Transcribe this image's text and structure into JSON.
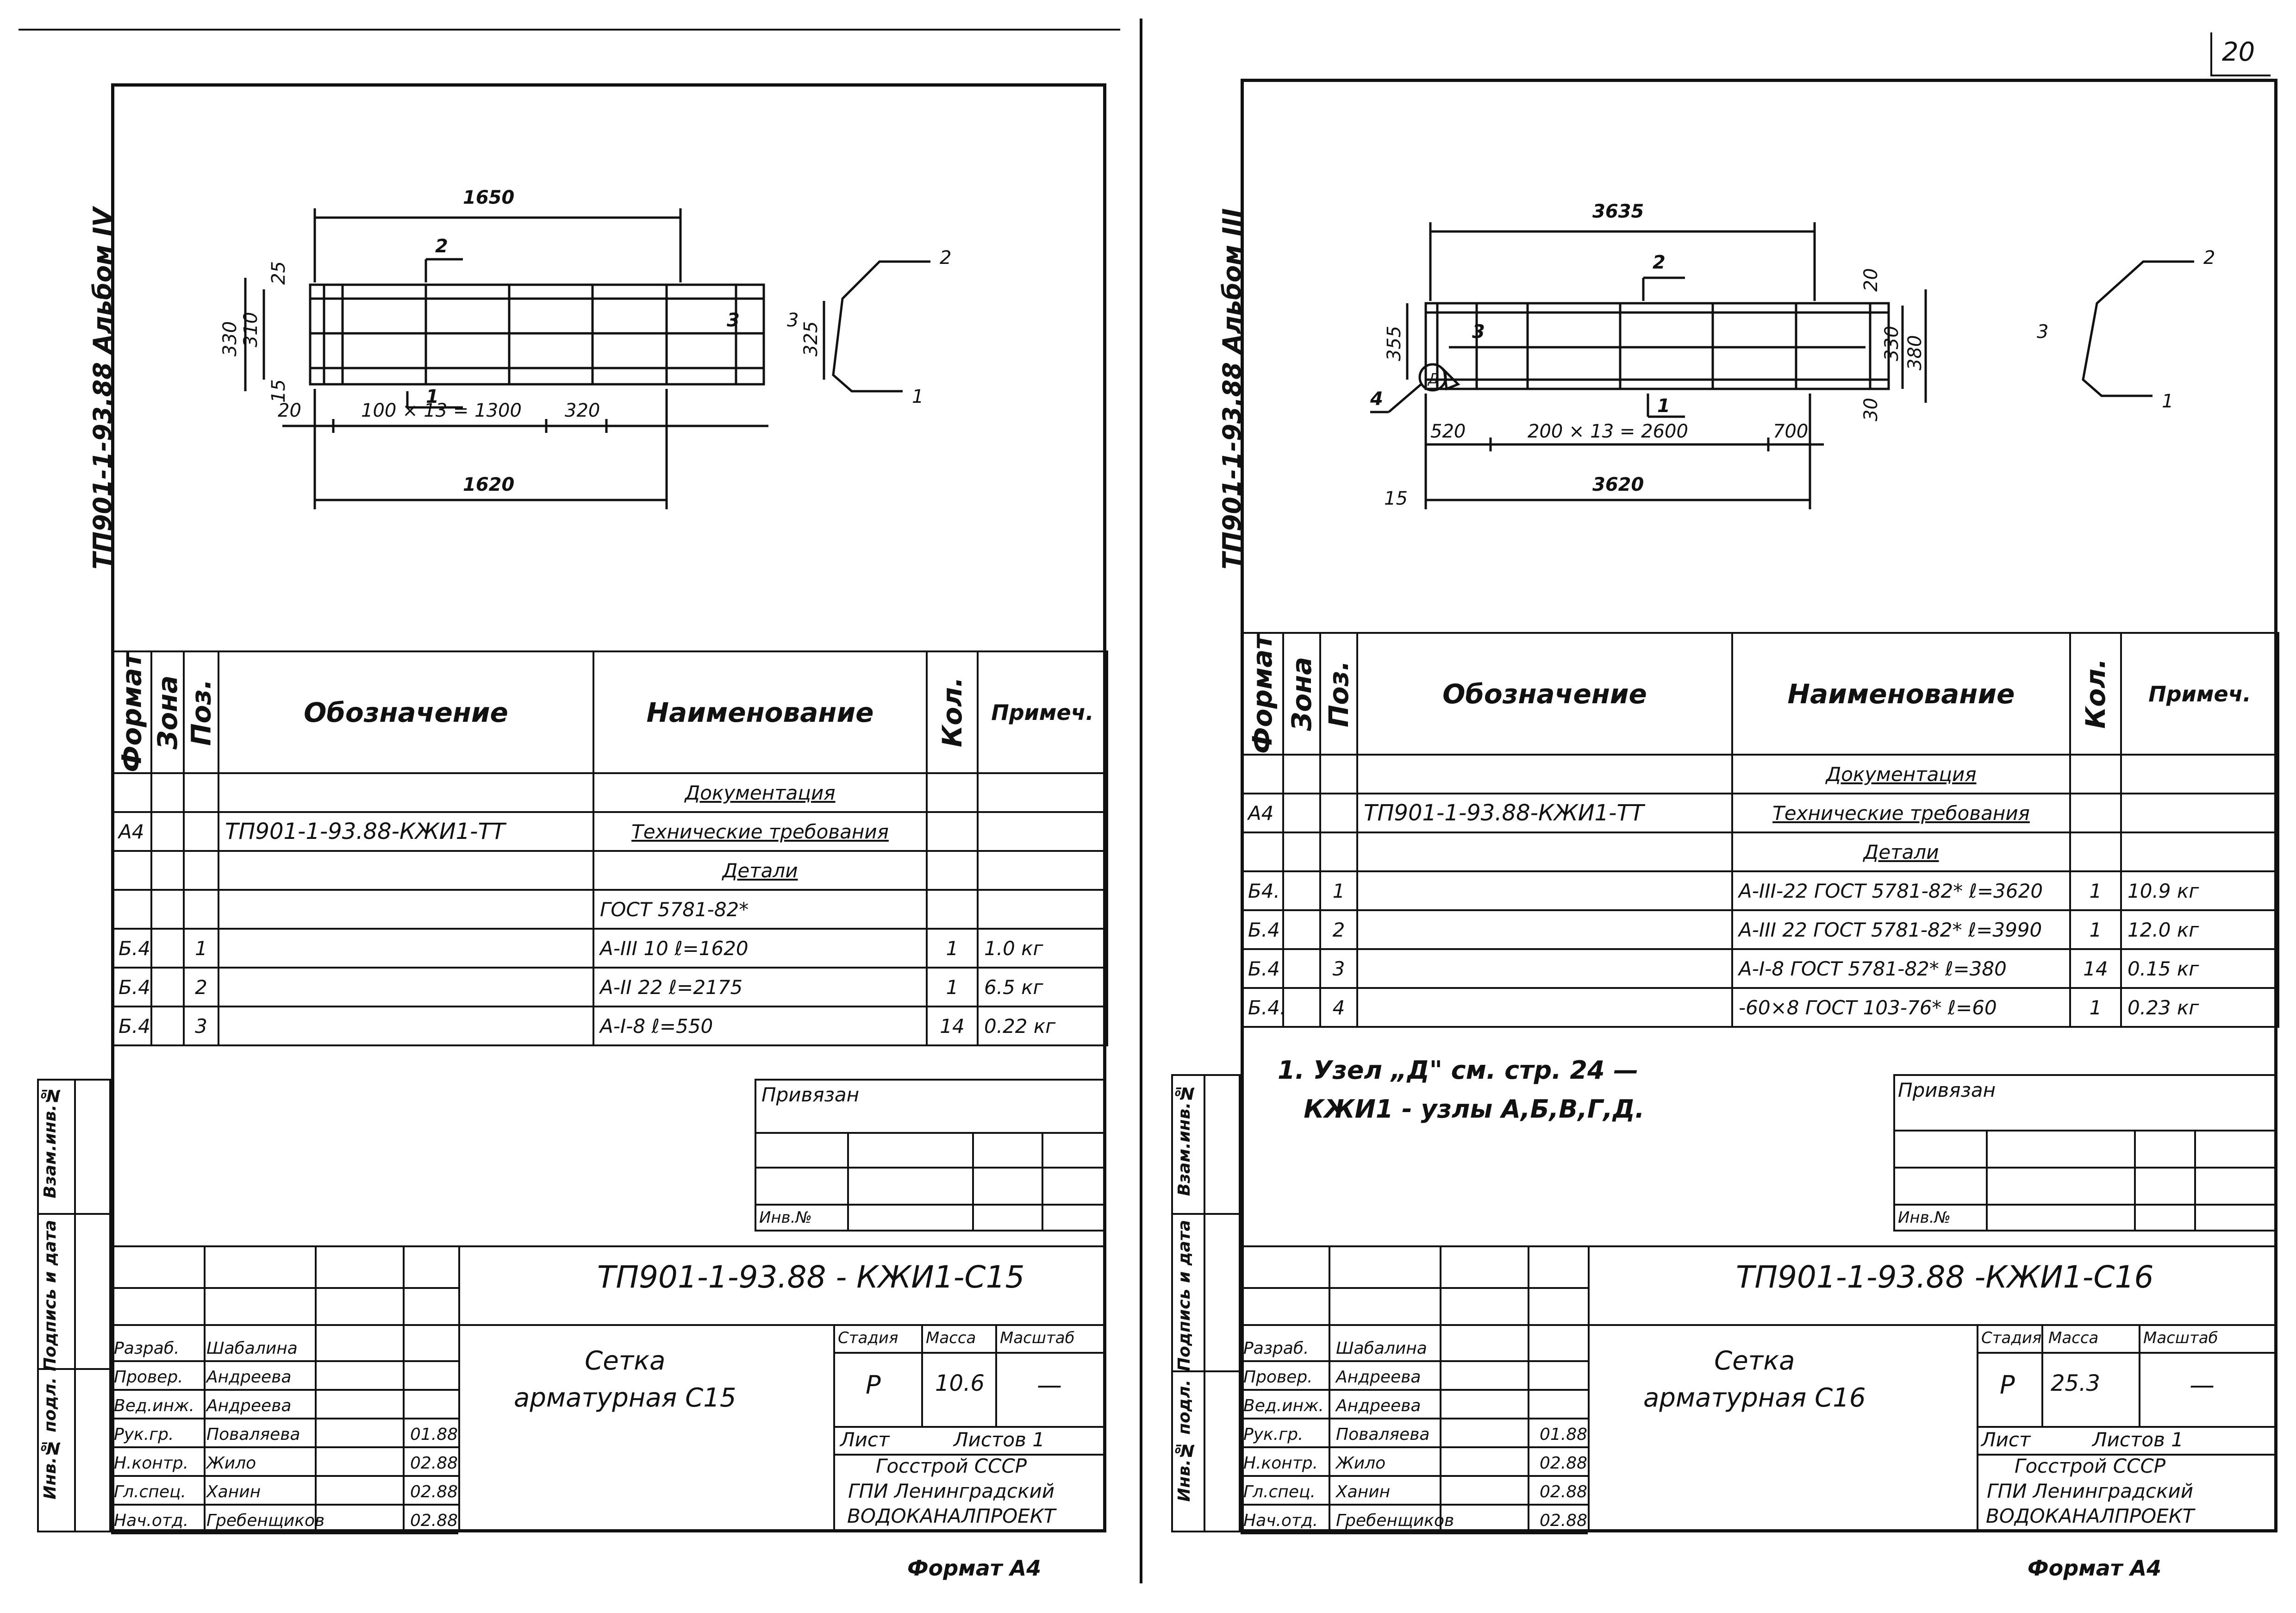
{
  "page_number": "20",
  "left": {
    "side_label": "ТП901-1-93.88 Альбом IV",
    "dims": {
      "top": "1650",
      "bottom": "1620",
      "spacing": "100 × 13 = 1300",
      "left_end": "20",
      "right_end": "320",
      "height_outer": "330",
      "height_inner": "310",
      "height_right": "325",
      "top_off": "25",
      "bottom_off": "15"
    },
    "marks": {
      "m1": "1",
      "m2": "2",
      "m3": "3"
    },
    "detail": {
      "d1": "1",
      "d2": "2",
      "d3": "3"
    },
    "headers": {
      "format": "Формат",
      "zone": "Зона",
      "pos": "Поз.",
      "designation": "Обозначение",
      "name": "Наименование",
      "qty": "Кол.",
      "note": "Примеч."
    },
    "rows": [
      {
        "f": "",
        "z": "",
        "p": "",
        "d": "",
        "n": "Документация",
        "q": "",
        "r": ""
      },
      {
        "f": "А4",
        "z": "",
        "p": "",
        "d": "ТП901-1-93.88-КЖИ1-ТТ",
        "n": "Технические требования",
        "q": "",
        "r": ""
      },
      {
        "f": "",
        "z": "",
        "p": "",
        "d": "",
        "n": "Детали",
        "q": "",
        "r": ""
      },
      {
        "f": "",
        "z": "",
        "p": "",
        "d": "",
        "n": "ГОСТ 5781-82*",
        "q": "",
        "r": ""
      },
      {
        "f": "Б.4",
        "z": "",
        "p": "1",
        "d": "",
        "n": "А-III 10          ℓ=1620",
        "q": "1",
        "r": "1.0 кг"
      },
      {
        "f": "Б.4.",
        "z": "",
        "p": "2",
        "d": "",
        "n": "А-II 22          ℓ=2175",
        "q": "1",
        "r": "6.5 кг"
      },
      {
        "f": "Б.4.",
        "z": "",
        "p": "3",
        "d": "",
        "n": "А-I-8            ℓ=550",
        "q": "14",
        "r": "0.22 кг"
      }
    ],
    "note_text": "",
    "privyazan": "Привязан",
    "inv_no": "Инв.№",
    "code": "ТП901-1-93.88 - КЖИ1-С15",
    "title": "Сетка\nарматурная С15",
    "stage_label": "Стадия",
    "mass_label": "Масса",
    "scale_label": "Масштаб",
    "stage": "Р",
    "mass": "10.6",
    "scale": "—",
    "sheet_label": "Лист",
    "sheets_label": "Листов 1",
    "org": "Госстрой СССР\nГПИ Ленинградский\nВОДОКАНАЛПРОЕКТ",
    "format_label": "Формат А4",
    "vert_labels": [
      "Взам.инв.№",
      "Подпись и дата",
      "Инв.№ подл."
    ],
    "staff": [
      {
        "role": "Разраб.",
        "name": "Шабалина",
        "date": ""
      },
      {
        "role": "Провер.",
        "name": "Андреева",
        "date": ""
      },
      {
        "role": "Вед.инж.",
        "name": "Андреева",
        "date": ""
      },
      {
        "role": "Рук.гр.",
        "name": "Поваляева",
        "date": "01.88"
      },
      {
        "role": "Н.контр.",
        "name": "Жило",
        "date": "02.88"
      },
      {
        "role": "Гл.спец.",
        "name": "Ханин",
        "date": "02.88"
      },
      {
        "role": "Нач.отд.",
        "name": "Гребенщиков",
        "date": "02.88"
      }
    ]
  },
  "right": {
    "side_label": "ТП901-1-93.88 Альбом III",
    "dims": {
      "top": "3635",
      "bottom": "3620",
      "spacing": "200 × 13 = 2600",
      "left_end": "520",
      "right_end": "700",
      "height_outer": "380",
      "height_inner": "330",
      "height_left": "355",
      "top_off": "20",
      "bottom_off": "30",
      "bottom_left": "15"
    },
    "marks": {
      "m1": "1",
      "m2": "2",
      "m3": "3",
      "m4": "4",
      "nodeA": "Д"
    },
    "detail": {
      "d1": "1",
      "d2": "2",
      "d3": "3"
    },
    "headers": {
      "format": "Формат",
      "zone": "Зона",
      "pos": "Поз.",
      "designation": "Обозначение",
      "name": "Наименование",
      "qty": "Кол.",
      "note": "Примеч."
    },
    "rows": [
      {
        "f": "",
        "z": "",
        "p": "",
        "d": "",
        "n": "Документация",
        "q": "",
        "r": ""
      },
      {
        "f": "А4",
        "z": "",
        "p": "",
        "d": "ТП901-1-93.88-КЖИ1-ТТ",
        "n": "Технические требования",
        "q": "",
        "r": ""
      },
      {
        "f": "",
        "z": "",
        "p": "",
        "d": "",
        "n": "Детали",
        "q": "",
        "r": ""
      },
      {
        "f": "Б4.",
        "z": "",
        "p": "1",
        "d": "",
        "n": "А-III-22 ГОСТ 5781-82* ℓ=3620",
        "q": "1",
        "r": "10.9 кг"
      },
      {
        "f": "Б.4",
        "z": "",
        "p": "2",
        "d": "",
        "n": "А-III 22 ГОСТ 5781-82* ℓ=3990",
        "q": "1",
        "r": "12.0 кг"
      },
      {
        "f": "Б.4",
        "z": "",
        "p": "3",
        "d": "",
        "n": "А-I-8 ГОСТ 5781-82* ℓ=380",
        "q": "14",
        "r": "0.15 кг"
      },
      {
        "f": "Б.4.",
        "z": "",
        "p": "4",
        "d": "",
        "n": "-60×8 ГОСТ 103-76* ℓ=60",
        "q": "1",
        "r": "0.23 кг"
      }
    ],
    "note_text": "1. Узел „Д\" см. стр. 24 —\n   КЖИ1 - узлы А,Б,В,Г,Д.",
    "privyazan": "Привязан",
    "inv_no": "Инв.№",
    "code": "ТП901-1-93.88 -КЖИ1-С16",
    "title": "Сетка\nарматурная С16",
    "stage_label": "Стадия",
    "mass_label": "Масса",
    "scale_label": "Масштаб",
    "stage": "Р",
    "mass": "25.3",
    "scale": "—",
    "sheet_label": "Лист",
    "sheets_label": "Листов 1",
    "org": "Госстрой СССР\nГПИ Ленинградский\nВОДОКАНАЛПРОЕКТ",
    "format_label": "Формат А4",
    "vert_labels": [
      "Взам.инв.№",
      "Подпись и дата",
      "Инв.№ подл."
    ],
    "staff": [
      {
        "role": "Разраб.",
        "name": "Шабалина",
        "date": ""
      },
      {
        "role": "Провер.",
        "name": "Андреева",
        "date": ""
      },
      {
        "role": "Вед.инж.",
        "name": "Андреева",
        "date": ""
      },
      {
        "role": "Рук.гр.",
        "name": "Поваляева",
        "date": "01.88"
      },
      {
        "role": "Н.контр.",
        "name": "Жило",
        "date": "02.88"
      },
      {
        "role": "Гл.спец.",
        "name": "Ханин",
        "date": "02.88"
      },
      {
        "role": "Нач.отд.",
        "name": "Гребенщиков",
        "date": "02.88"
      }
    ]
  }
}
